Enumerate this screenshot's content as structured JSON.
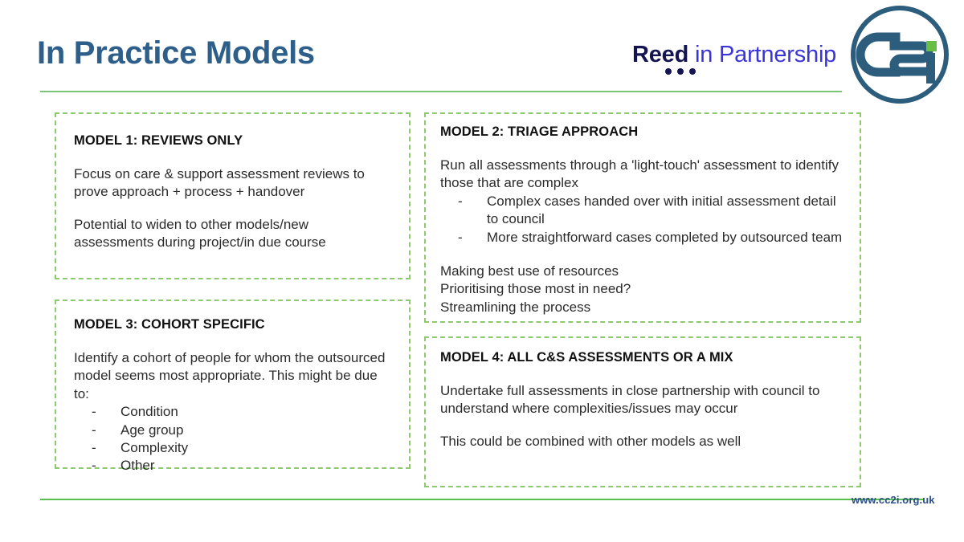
{
  "slide": {
    "title": "In Practice Models",
    "accent_green": "#7cc576",
    "title_blue": "#2e5f8a",
    "box_border_green": "#8cc96f"
  },
  "branding": {
    "reed": {
      "bold_word": "Reed",
      "light_words": "in Partnership",
      "bold_color": "#141452",
      "light_color": "#3b34d8"
    },
    "cc2i": {
      "name": "cc2i-logo",
      "ring_color": "#2d5d7c",
      "accent_color": "#6abd45"
    }
  },
  "models": [
    {
      "heading": "MODEL 1: REVIEWS ONLY",
      "paragraphs": [
        "Focus on care & support assessment reviews to prove approach + process + handover",
        "Potential to widen to other models/new assessments during project/in due course"
      ]
    },
    {
      "heading": "MODEL 2: TRIAGE APPROACH",
      "intro": "Run all assessments through a 'light-touch' assessment to identify those that are complex",
      "bullets": [
        "Complex cases handed over with initial assessment detail to council",
        "More straightforward cases completed by outsourced team"
      ],
      "closing_lines": [
        "Making best use of resources",
        "Prioritising those most in need?",
        "Streamlining the process"
      ]
    },
    {
      "heading": "MODEL 3: COHORT SPECIFIC",
      "intro": "Identify a cohort of people for whom the outsourced model seems most appropriate. This might be due to:",
      "bullets": [
        "Condition",
        "Age group",
        "Complexity",
        "Other"
      ]
    },
    {
      "heading": "MODEL 4: ALL C&S ASSESSMENTS OR A MIX",
      "paragraphs": [
        "Undertake full assessments in close partnership with council to understand where complexities/issues may occur",
        "This could be combined with other models as well"
      ]
    }
  ],
  "bullet_marker": "-",
  "footer": {
    "url": "www.cc2i.org.uk",
    "url_color": "#2b4f87",
    "rule_color": "#57bf4e"
  }
}
